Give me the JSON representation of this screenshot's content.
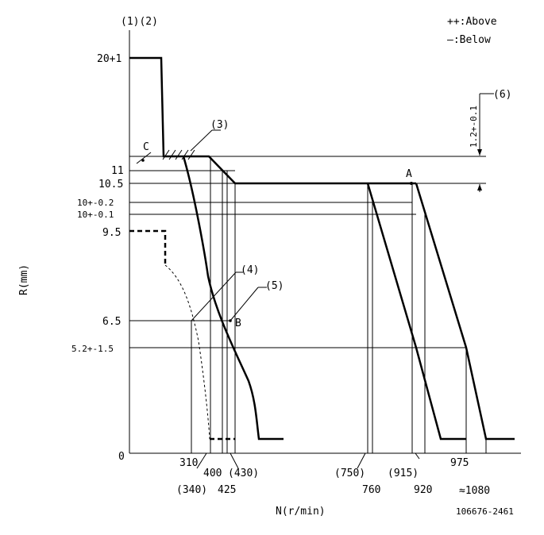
{
  "header": {
    "ref_left": "(1)(2)",
    "legend_above": "++:Above",
    "legend_below": "—:Below"
  },
  "axes": {
    "y_label": "R(mm)",
    "x_label": "N(r/min)"
  },
  "y_ticks": {
    "t20": "20+1",
    "t11": "11",
    "t105": "10.5",
    "t10a": "10+-0.2",
    "t10b": "10+-0.1",
    "t95": "9.5",
    "t65": "6.5",
    "t52": "5.2+-1.5",
    "t0": "0"
  },
  "x_ticks": {
    "t310": "310",
    "t340": "(340)",
    "t400": "400",
    "t425": "425",
    "t430": "(430)",
    "t750": "(750)",
    "t760": "760",
    "t915": "(915)",
    "t920": "920",
    "t975": "975",
    "t1080": "≈1080"
  },
  "callouts": {
    "c3": "(3)",
    "c4": "(4)",
    "c5": "(5)",
    "c6": "(6)",
    "dim6": "1.2+-0.1",
    "ptA": "A",
    "ptB": "B",
    "ptC": "C"
  },
  "footer": {
    "code": "106676-2461"
  }
}
